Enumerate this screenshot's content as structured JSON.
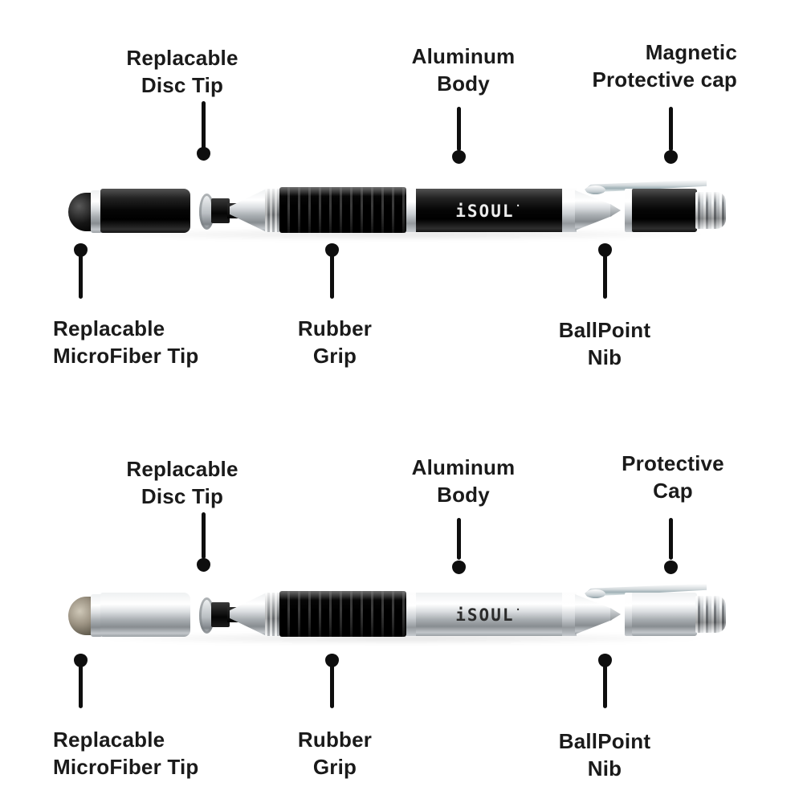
{
  "background": "#ffffff",
  "text_color": "#1a1a1a",
  "accent_color": "#0e0e0e",
  "brand_logo": "iSOUL",
  "brand_logo_mark": "·",
  "pen_top": {
    "variant": "black",
    "callouts_above": [
      {
        "line1": "Replacable",
        "line2": "Disc Tip"
      },
      {
        "line1": "Aluminum",
        "line2": "Body"
      },
      {
        "line1": "Magnetic",
        "line2": "Protective cap"
      }
    ],
    "callouts_below": [
      {
        "line1": "Replacable",
        "line2": "MicroFiber Tip"
      },
      {
        "line1": "Rubber",
        "line2": "Grip"
      },
      {
        "line1": "BallPoint",
        "line2": "Nib"
      }
    ]
  },
  "pen_bottom": {
    "variant": "silver",
    "callouts_above": [
      {
        "line1": "Replacable",
        "line2": "Disc Tip"
      },
      {
        "line1": "Aluminum",
        "line2": "Body"
      },
      {
        "line1": "Protective",
        "line2": "Cap"
      }
    ],
    "callouts_below": [
      {
        "line1": "Replacable",
        "line2": "MicroFiber Tip"
      },
      {
        "line1": "Rubber",
        "line2": "Grip"
      },
      {
        "line1": "BallPoint",
        "line2": "Nib"
      }
    ]
  }
}
